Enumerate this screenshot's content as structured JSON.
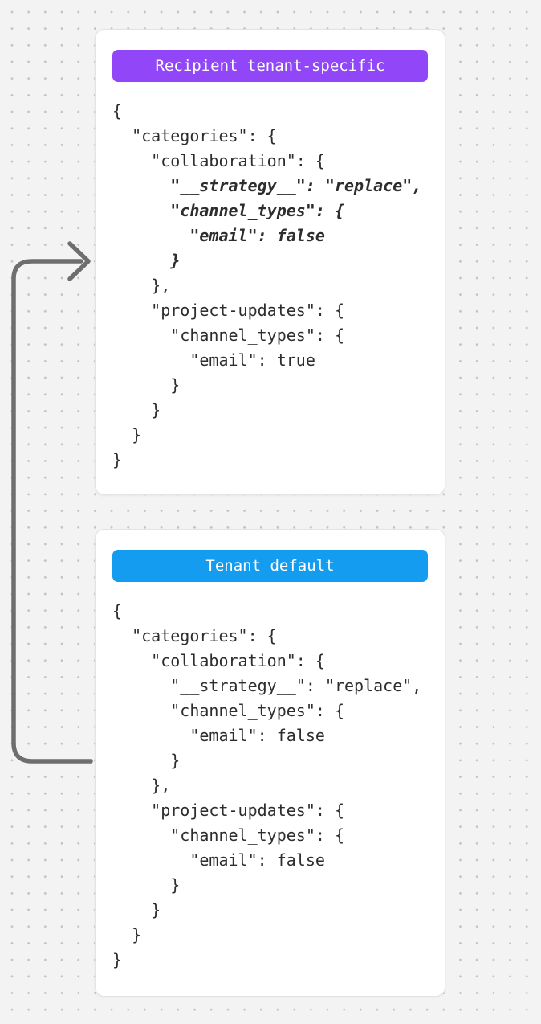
{
  "background": {
    "base_color": "#f4f3f3",
    "dot_color": "#c5c4c4"
  },
  "arrow": {
    "description": "curved connector from Tenant default card pointing into Recipient tenant-specific card",
    "color": "#6e6e6e"
  },
  "cards": [
    {
      "badge": {
        "label": "Recipient tenant-specific",
        "bg_color": "#9146f8",
        "text_color": "#ffffff"
      },
      "code_lines": [
        {
          "text": "{",
          "emphasized": false
        },
        {
          "text": "  \"categories\": {",
          "emphasized": false
        },
        {
          "text": "    \"collaboration\": {",
          "emphasized": false
        },
        {
          "text": "      \"__strategy__\": \"replace\",",
          "emphasized": true
        },
        {
          "text": "      \"channel_types\": {",
          "emphasized": true
        },
        {
          "text": "        \"email\": false",
          "emphasized": true
        },
        {
          "text": "      }",
          "emphasized": true
        },
        {
          "text": "    },",
          "emphasized": false
        },
        {
          "text": "    \"project-updates\": {",
          "emphasized": false
        },
        {
          "text": "      \"channel_types\": {",
          "emphasized": false
        },
        {
          "text": "        \"email\": true",
          "emphasized": false
        },
        {
          "text": "      }",
          "emphasized": false
        },
        {
          "text": "    }",
          "emphasized": false
        },
        {
          "text": "  }",
          "emphasized": false
        },
        {
          "text": "}",
          "emphasized": false
        }
      ]
    },
    {
      "badge": {
        "label": "Tenant default",
        "bg_color": "#149df0",
        "text_color": "#ffffff"
      },
      "code_lines": [
        {
          "text": "{",
          "emphasized": false
        },
        {
          "text": "  \"categories\": {",
          "emphasized": false
        },
        {
          "text": "    \"collaboration\": {",
          "emphasized": false
        },
        {
          "text": "      \"__strategy__\": \"replace\",",
          "emphasized": false
        },
        {
          "text": "      \"channel_types\": {",
          "emphasized": false
        },
        {
          "text": "        \"email\": false",
          "emphasized": false
        },
        {
          "text": "      }",
          "emphasized": false
        },
        {
          "text": "    },",
          "emphasized": false
        },
        {
          "text": "    \"project-updates\": {",
          "emphasized": false
        },
        {
          "text": "      \"channel_types\": {",
          "emphasized": false
        },
        {
          "text": "        \"email\": false",
          "emphasized": false
        },
        {
          "text": "      }",
          "emphasized": false
        },
        {
          "text": "    }",
          "emphasized": false
        },
        {
          "text": "  }",
          "emphasized": false
        },
        {
          "text": "}",
          "emphasized": false
        }
      ]
    }
  ]
}
